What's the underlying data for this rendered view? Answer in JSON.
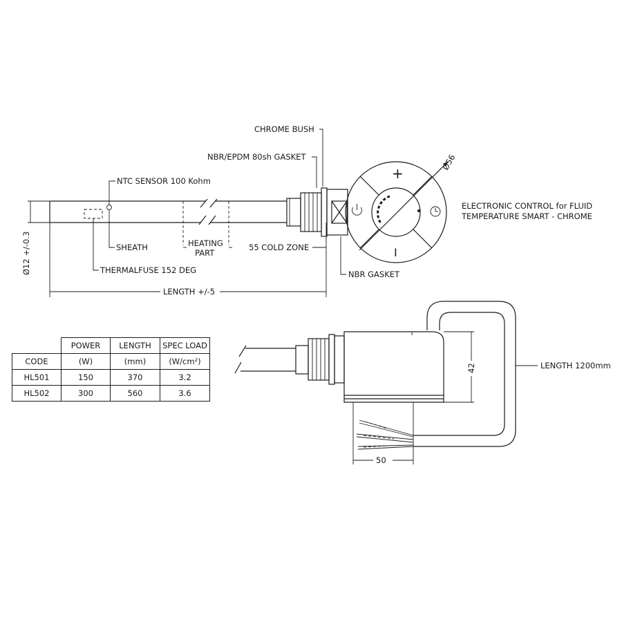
{
  "labels": {
    "chrome_bush": "CHROME BUSH",
    "gasket_80sh": "NBR/EPDM 80sh GASKET",
    "ntc_sensor": "NTC SENSOR 100 Kohm",
    "sheath": "SHEATH",
    "heating_part_line1": "HEATING",
    "heating_part_line2": "PART",
    "cold_zone": "55 COLD ZONE",
    "thermalfuse": "THERMALFUSE 152 DEG",
    "length": "LENGTH +/-5",
    "nbr_gasket": "NBR GASKET",
    "diameter_rod": "Ø12 +/-0.3",
    "diameter_head": "Ø56",
    "control_line1": "ELECTRONIC CONTROL for FLUID",
    "control_line2": "TEMPERATURE SMART - CHROME",
    "dim_42": "42",
    "dim_50": "50",
    "cable_length": "LENGTH 1200mm",
    "plus": "+",
    "minus": "I"
  },
  "table": {
    "headers_top": [
      "",
      "POWER",
      "LENGTH",
      "SPEC LOAD"
    ],
    "headers_sub": [
      "CODE",
      "(W)",
      "(mm)",
      "(W/cm²)"
    ],
    "rows": [
      [
        "HL501",
        "150",
        "370",
        "3.2"
      ],
      [
        "HL502",
        "300",
        "560",
        "3.6"
      ]
    ]
  },
  "icons": [
    "power-icon",
    "clock-icon"
  ]
}
